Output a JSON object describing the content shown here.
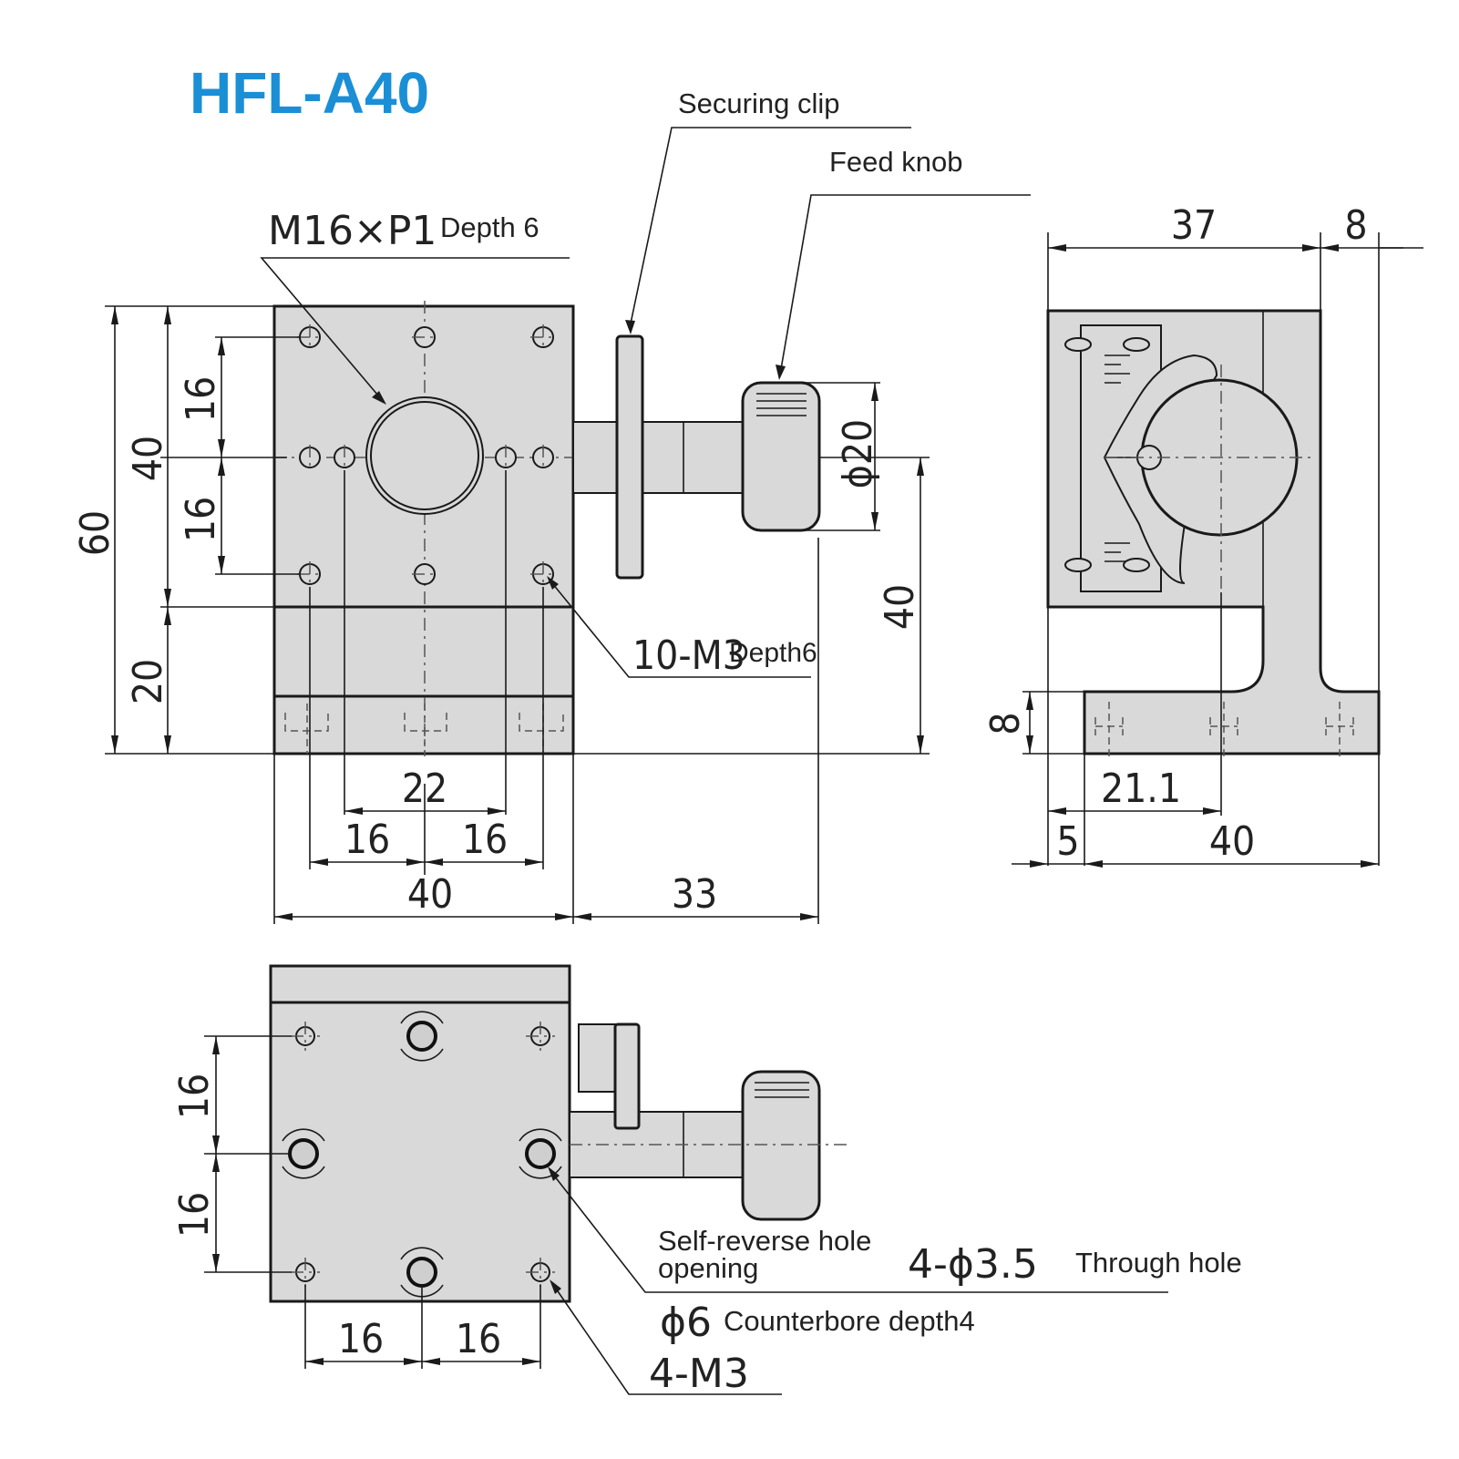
{
  "title": "HFL-A40",
  "callouts": {
    "securing_clip": "Securing clip",
    "feed_knob": "Feed knob",
    "thread_main": "M16×P1",
    "thread_main_depth": "Depth 6",
    "tapped_holes": "10-M3",
    "tapped_holes_depth": "Depth6",
    "self_reverse_line1": "Self-reverse hole",
    "self_reverse_line2": "opening",
    "through_hole_spec": "4-ϕ3.5",
    "through_hole_label": "Through hole",
    "counterbore_spec": "ϕ6",
    "counterbore_label": "Counterbore depth4",
    "bottom_taps": "4-M3"
  },
  "dimensions": {
    "front": {
      "height_total": "60",
      "height_upper": "40",
      "pitch_top": "16",
      "pitch_bottom": "16",
      "base_height": "20",
      "hole_spacing": "22",
      "pitch_left": "16",
      "pitch_right": "16",
      "width": "40",
      "knob_offset": "33",
      "knob_dia": "ϕ20",
      "axis_height": "40"
    },
    "side": {
      "depth": "37",
      "overhang": "8",
      "foot_height": "8",
      "foot_offset": "21.1",
      "foot_edge": "5",
      "foot_length": "40"
    },
    "bottom": {
      "pitch_top": "16",
      "pitch_bottom": "16",
      "pitch_left": "16",
      "pitch_right": "16"
    }
  }
}
